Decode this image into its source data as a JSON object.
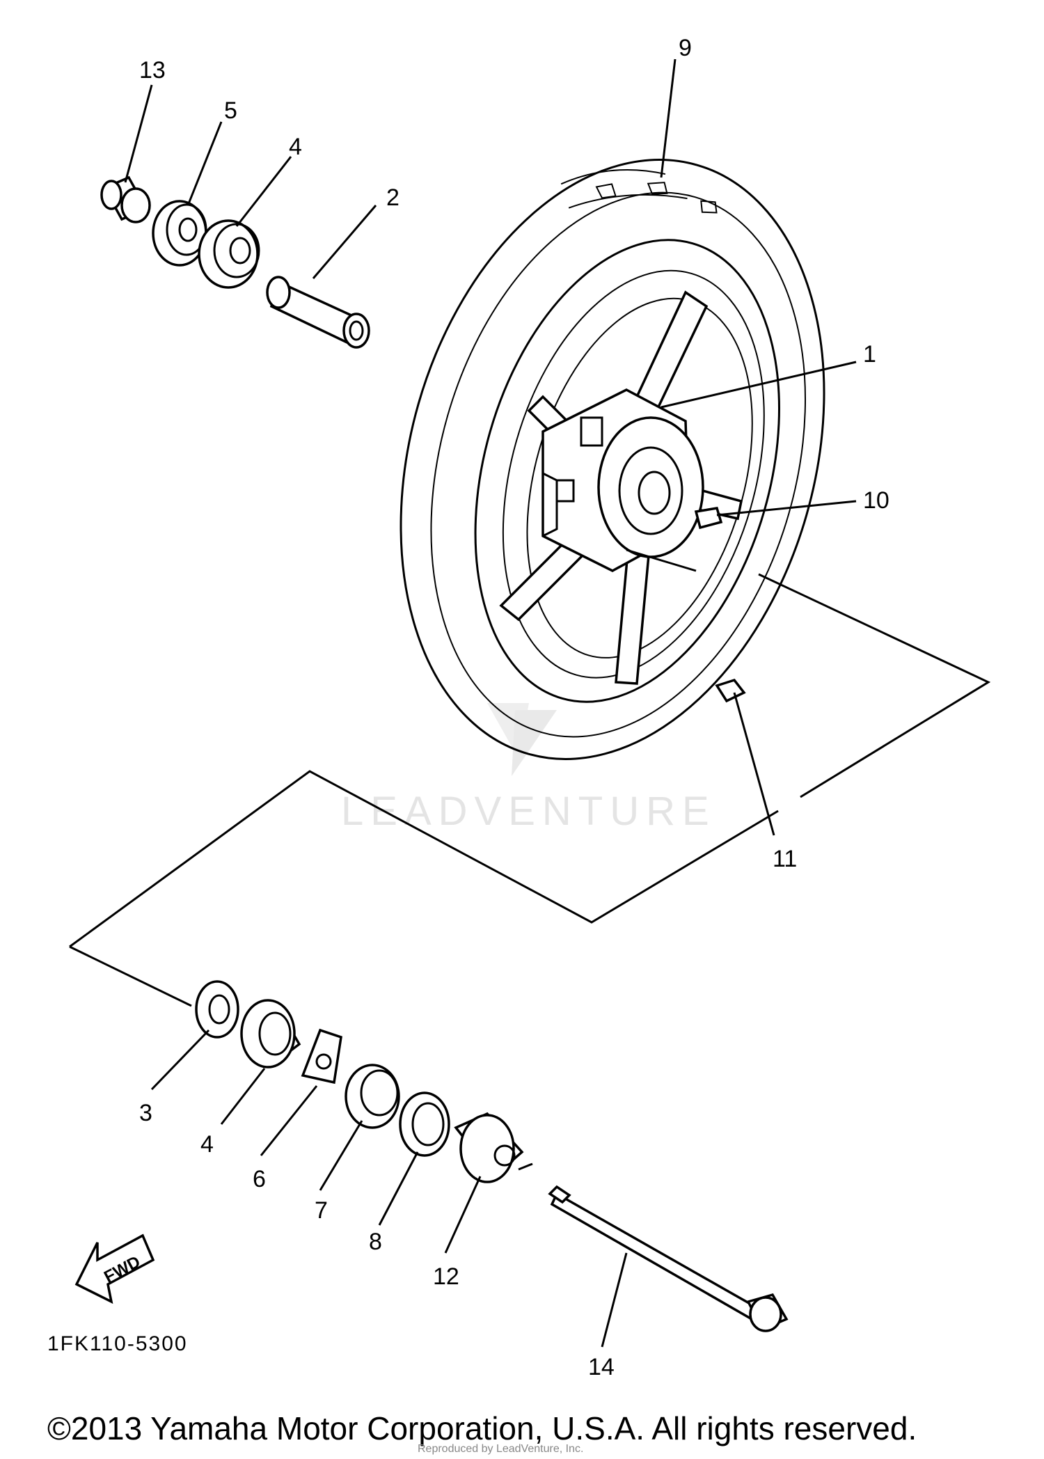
{
  "callouts": {
    "c1": "1",
    "c2": "2",
    "c3": "3",
    "c4a": "4",
    "c4b": "4",
    "c5": "5",
    "c6": "6",
    "c7": "7",
    "c8": "8",
    "c9": "9",
    "c10": "10",
    "c11": "11",
    "c12": "12",
    "c13": "13",
    "c14": "14"
  },
  "fwd_label": "FWD",
  "part_number": "1FK110-5300",
  "watermark": "LEADVENTURE",
  "copyright": "©2013 Yamaha Motor Corporation, U.S.A. All rights reserved.",
  "reproduced_note": "Reproduced by LeadVenture, Inc."
}
